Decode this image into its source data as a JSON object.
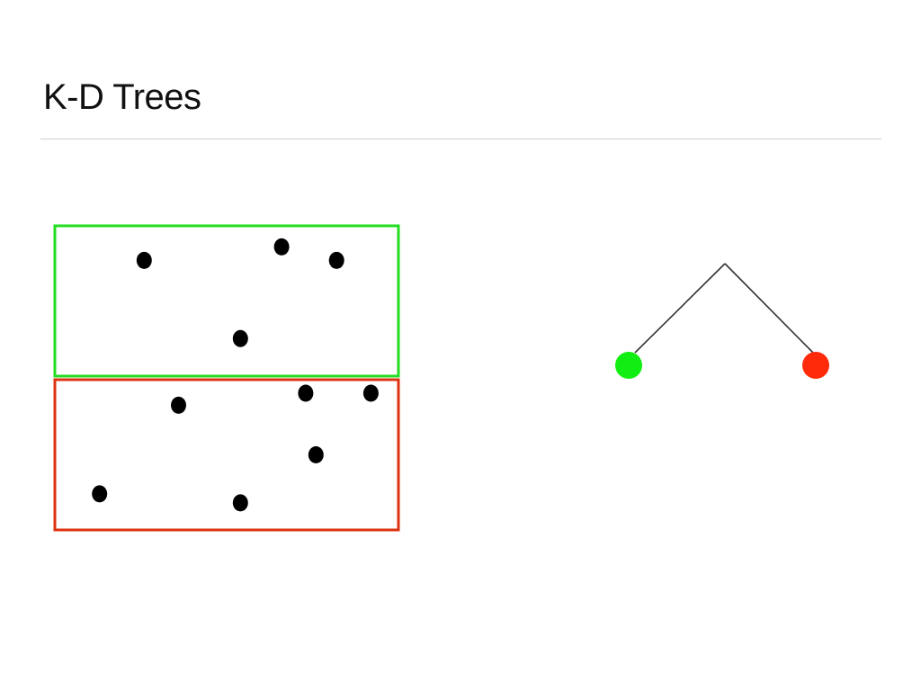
{
  "title": "K-D Trees",
  "colors": {
    "upper_region": "#22dd22",
    "lower_region": "#dd3311",
    "point": "#000000",
    "left_child_node": "#11ee11",
    "right_child_node": "#ff2a0a",
    "tree_edge": "#333333",
    "title_rule": "#cfcfcf"
  },
  "points": {
    "upper_region": [
      {
        "x": 0.26,
        "y": 0.77
      },
      {
        "x": 0.66,
        "y": 0.86
      },
      {
        "x": 0.82,
        "y": 0.77
      },
      {
        "x": 0.54,
        "y": 0.25
      }
    ],
    "lower_region": [
      {
        "x": 0.36,
        "y": 0.83
      },
      {
        "x": 0.73,
        "y": 0.91
      },
      {
        "x": 0.92,
        "y": 0.91
      },
      {
        "x": 0.76,
        "y": 0.5
      },
      {
        "x": 0.13,
        "y": 0.24
      },
      {
        "x": 0.54,
        "y": 0.18
      }
    ]
  },
  "tree": {
    "root": "split",
    "children": [
      {
        "side": "left",
        "region": "upper_region"
      },
      {
        "side": "right",
        "region": "lower_region"
      }
    ]
  }
}
